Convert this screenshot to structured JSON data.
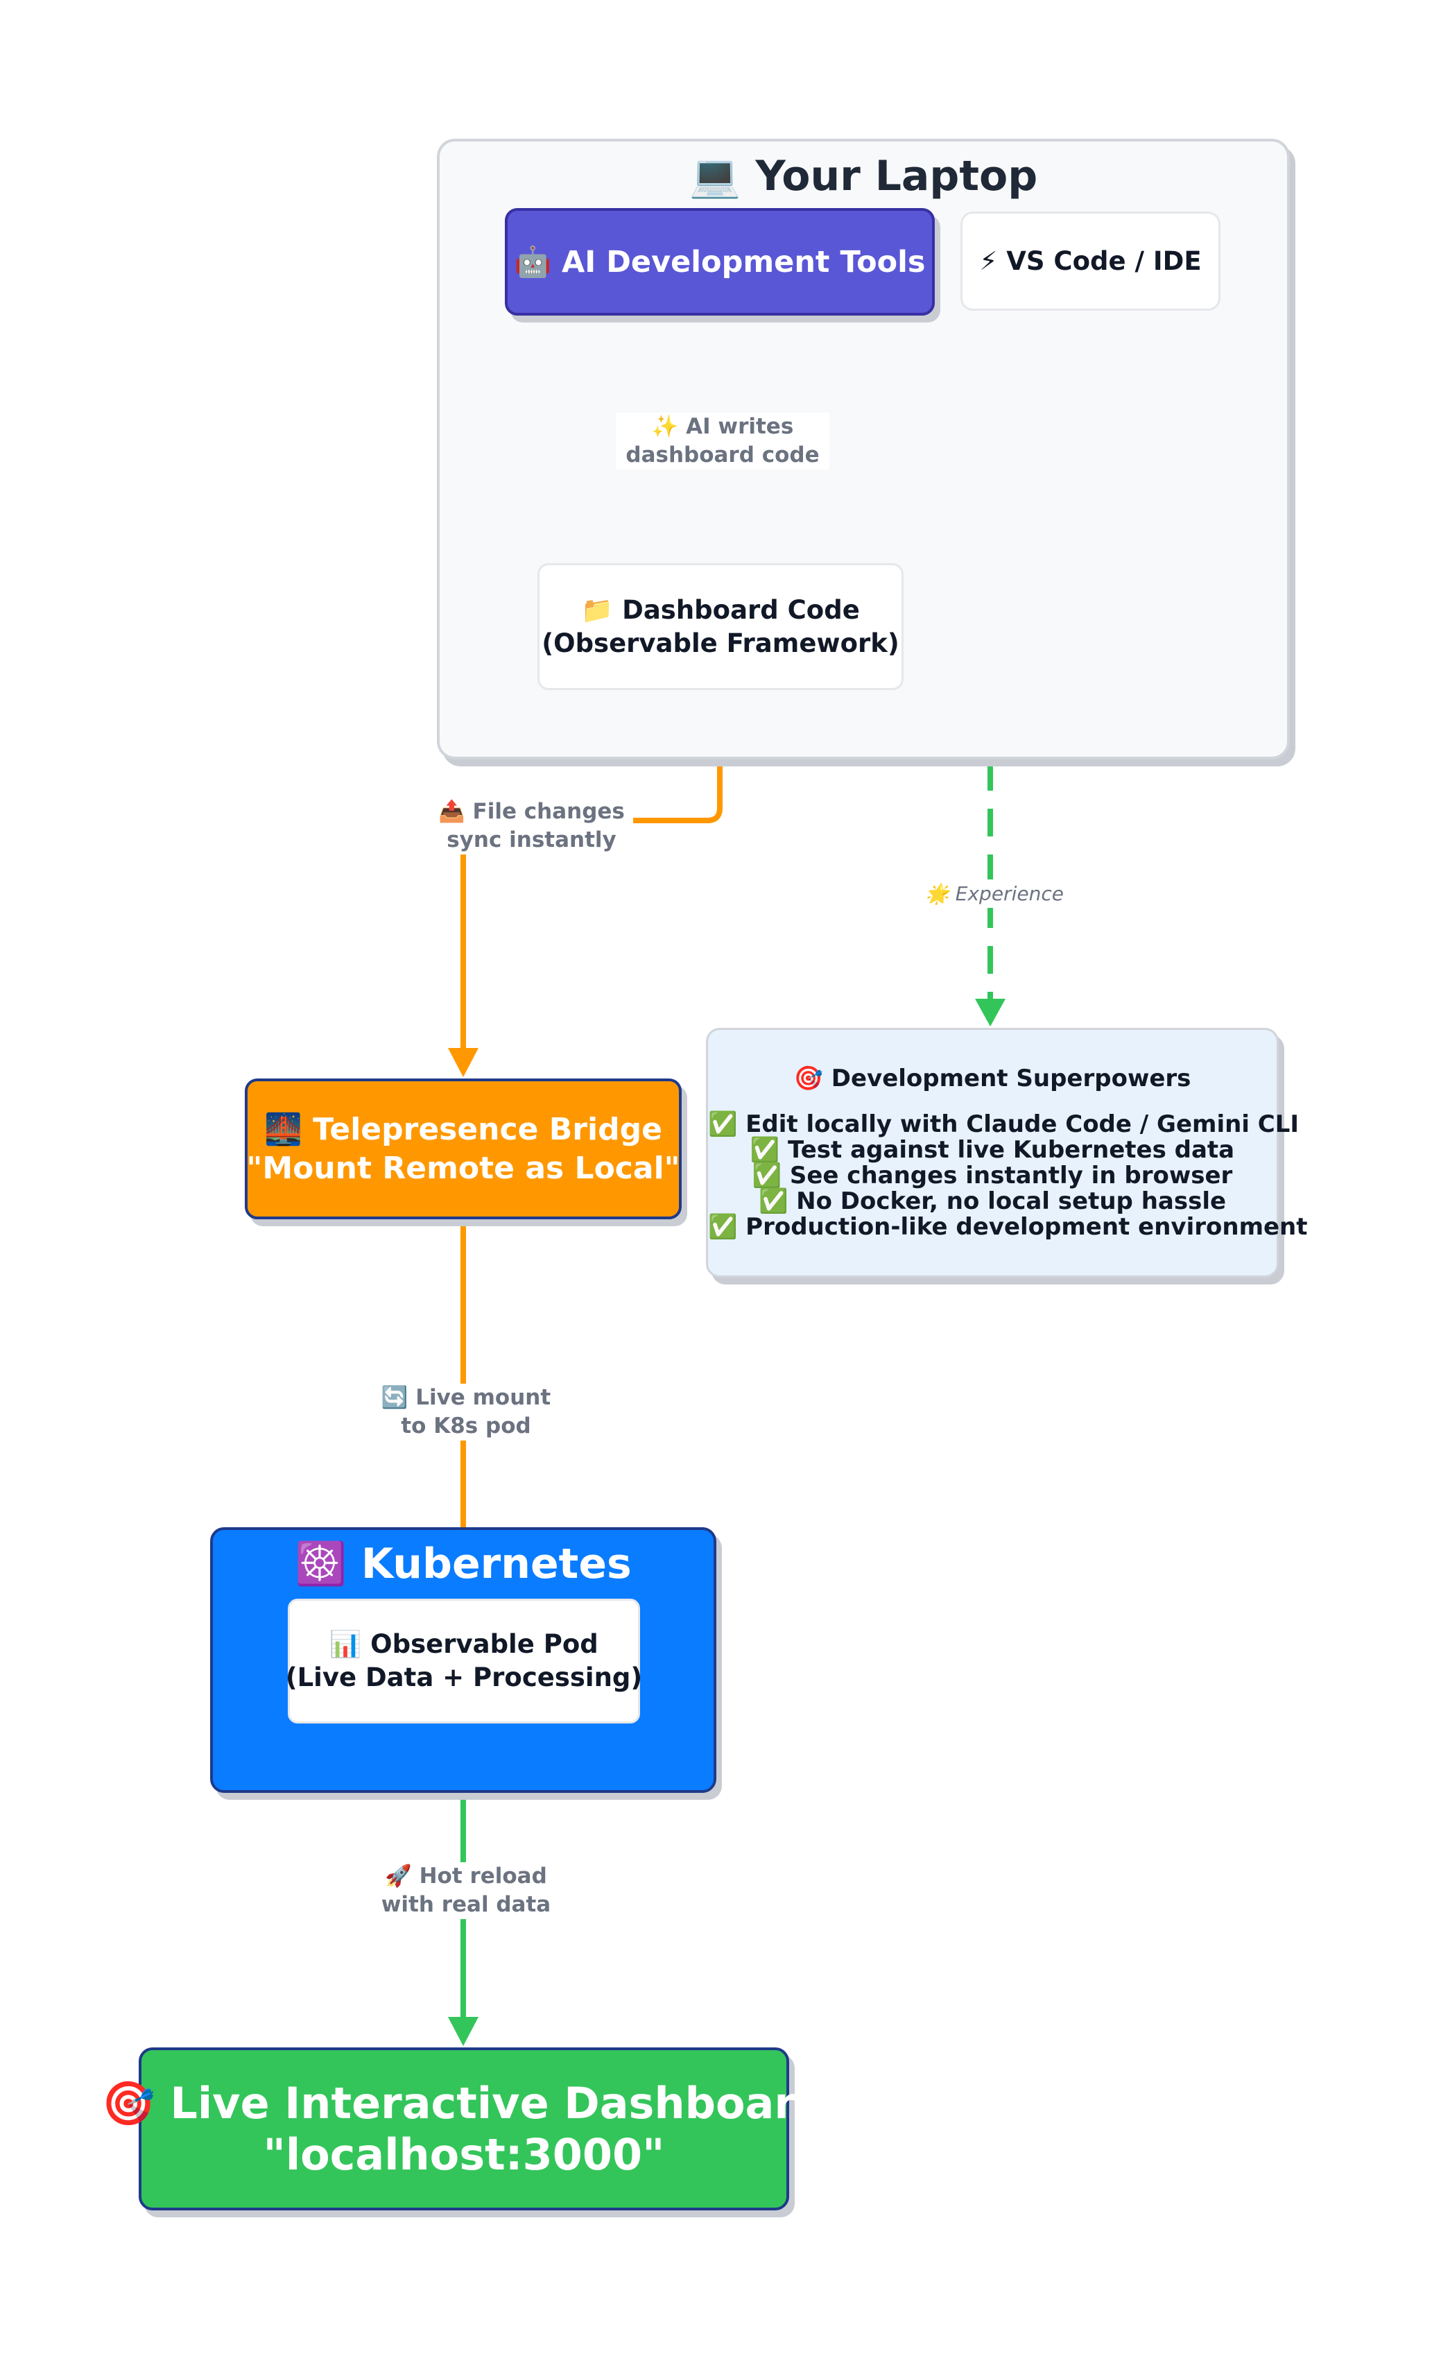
{
  "colors": {
    "ai_tools": "#5a57d6",
    "telepresence": "#ff9800",
    "kubernetes": "#0a7cff",
    "dashboard": "#33c55a",
    "superpowers_bg": "#e7f2fc",
    "edge_label": "#6b7280"
  },
  "laptop": {
    "title": "💻 Your Laptop",
    "ai_tools": "🤖 AI Development Tools",
    "ide": "⚡ VS Code / IDE",
    "dashboard_code": [
      "📁 Dashboard Code",
      "(Observable Framework)"
    ]
  },
  "telepresence": [
    "🌉 Telepresence Bridge",
    "\"Mount Remote as Local\""
  ],
  "kubernetes": {
    "title": "☸️ Kubernetes Cluster",
    "pod": [
      "📊 Observable Pod",
      "(Live Data + Processing)"
    ]
  },
  "dashboard": [
    "🎯 Live Interactive Dashboard",
    "\"localhost:3000\""
  ],
  "superpowers": {
    "title": "🎯 Development Superpowers",
    "items": [
      "✅ Edit locally with Claude Code / Gemini CLI",
      "✅ Test against live Kubernetes data",
      "✅ See changes instantly in browser",
      "✅ No Docker, no local setup hassle",
      "✅ Production-like development environment"
    ]
  },
  "edges": {
    "ai_writes": [
      "✨ AI writes",
      "dashboard code"
    ],
    "file_sync": [
      "📤 File changes",
      "sync instantly"
    ],
    "experience": "🌟 Experience",
    "live_mount": [
      "🔄 Live mount",
      "to K8s pod"
    ],
    "hot_reload": [
      "🚀 Hot reload",
      "with real data"
    ]
  }
}
